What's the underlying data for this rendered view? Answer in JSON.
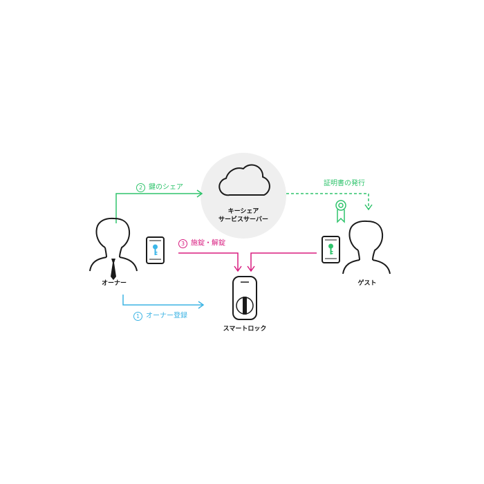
{
  "colors": {
    "green": "#2ec36b",
    "pink": "#d81b7f",
    "cyan": "#3bb3e3",
    "dark": "#1a1a1a",
    "cloud_bg": "#efefef",
    "key_blue": "#3cb6e8",
    "key_green": "#2ec36b"
  },
  "nodes": {
    "owner": {
      "label": "オーナー"
    },
    "guest": {
      "label": "ゲスト"
    },
    "server": {
      "line1": "キーシェア",
      "line2": "サービスサーバー"
    },
    "lock": {
      "label": "スマートロック"
    }
  },
  "steps": {
    "register": {
      "num": "1",
      "label": "オーナー登録"
    },
    "share": {
      "num": "2",
      "label": "鍵のシェア"
    },
    "lock_unlock": {
      "num": "3",
      "label": "施錠・解錠"
    },
    "certificate": {
      "label": "証明書の発行"
    }
  },
  "icons": {
    "owner": "person-with-tie-icon",
    "guest": "person-icon",
    "cloud": "cloud-icon",
    "owner_phone": "smartphone-key-icon",
    "guest_phone": "smartphone-key-icon",
    "ribbon": "award-ribbon-icon",
    "lock": "smart-lock-icon"
  }
}
